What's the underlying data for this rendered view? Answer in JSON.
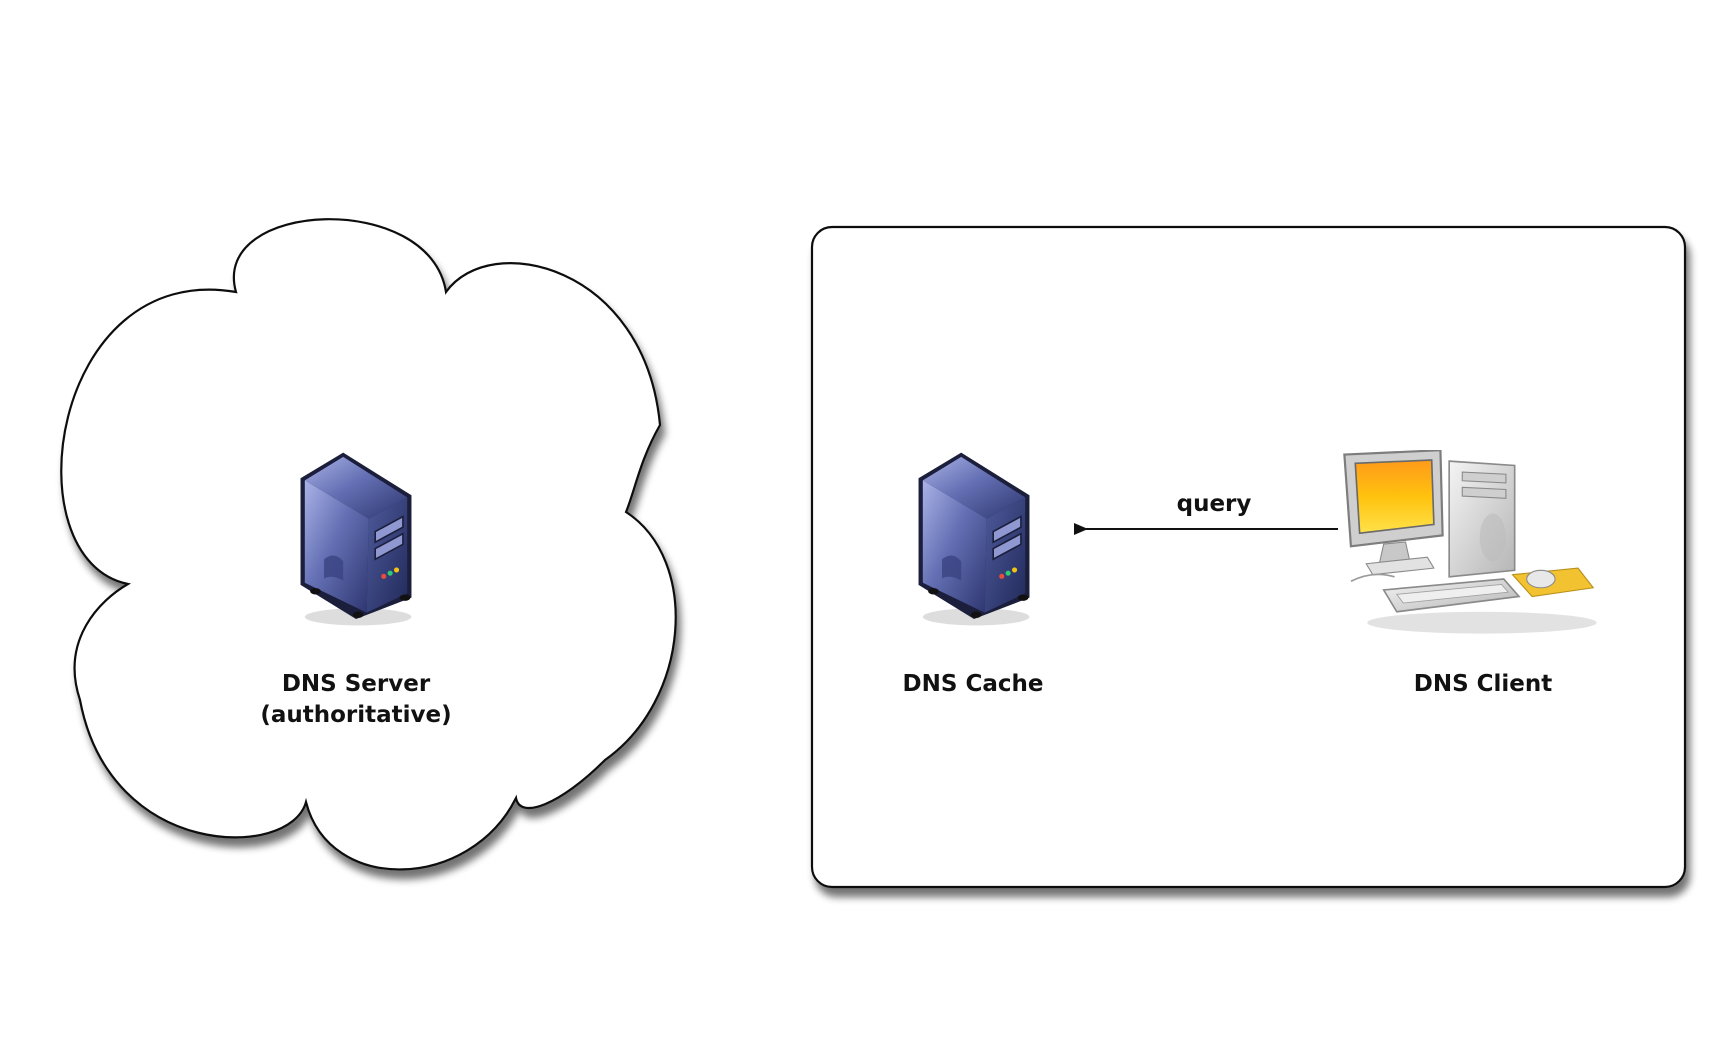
{
  "diagram": {
    "internet_cloud": {
      "server_label_line1": "DNS Server",
      "server_label_line2": "(authoritative)",
      "server_icon": "server-tower-icon"
    },
    "local_network": {
      "cache_label": "DNS Cache",
      "cache_icon": "server-tower-icon",
      "client_label": "DNS Client",
      "client_icon": "desktop-computer-icon",
      "edge_label": "query",
      "edge_direction": "DNS Client -> DNS Cache"
    }
  },
  "colors": {
    "server_body": "#4a5496",
    "server_highlight": "#8f98d0",
    "monitor_screen": "#ffc20e",
    "computer_body": "#d9d9d9",
    "mousepad": "#f2c230",
    "outline": "#111111",
    "shadow": "#9a9a9a"
  }
}
